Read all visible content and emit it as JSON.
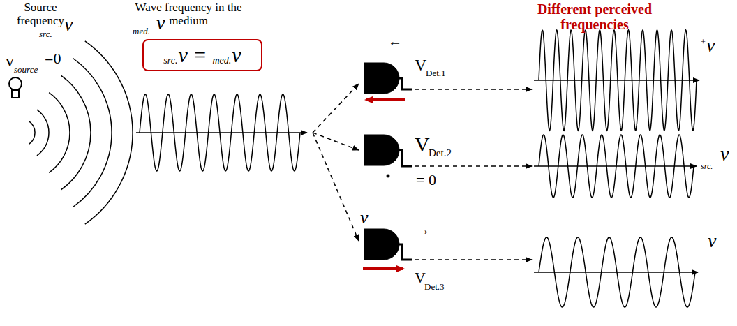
{
  "diagram": {
    "nodes": [
      {
        "text": [
          "src.",
          "ν =",
          "med.",
          "ν"
        ]
      }
    ],
    "labels": [
      "Source frequency",
      "src.",
      "ν",
      "Wave frequency in the medium",
      "med.",
      "ν",
      "v",
      "source",
      "=0",
      "Different perceived frequencies",
      "←",
      "V",
      "Det.1",
      "+",
      "ν",
      "V",
      "Det.2",
      "= 0",
      "src.",
      "ν",
      "ν",
      "_",
      "→",
      "V",
      "Det.3",
      "_",
      "ν"
    ]
  }
}
